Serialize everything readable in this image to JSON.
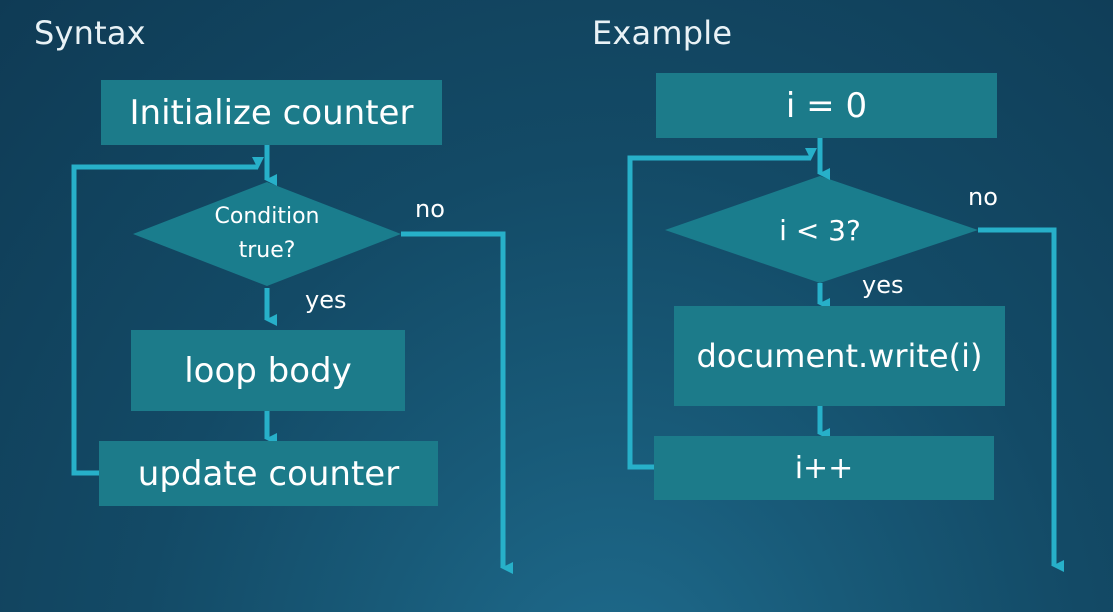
{
  "syntax": {
    "title": "Syntax",
    "init_label": "Initialize counter",
    "condition_label_line1": "Condition",
    "condition_label_line2": "true?",
    "yes_label": "yes",
    "no_label": "no",
    "body_label": "loop body",
    "update_label": "update counter"
  },
  "example": {
    "title": "Example",
    "init_label": "i = 0",
    "condition_label": "i < 3?",
    "yes_label": "yes",
    "no_label": "no",
    "body_label": "document.write(i)",
    "update_label": "i++"
  },
  "colors": {
    "box_fill": "#1c7b8a",
    "diamond_fill": "#1a7d8d",
    "connector": "#27b0c9"
  }
}
